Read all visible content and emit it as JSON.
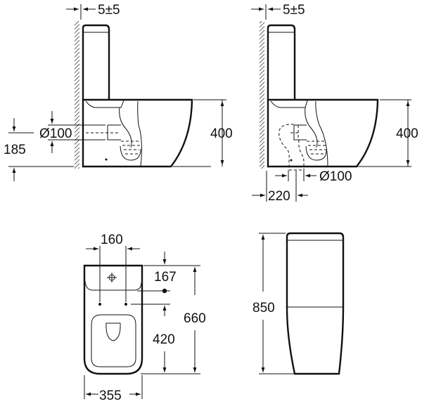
{
  "drawing": {
    "subject": "Close-coupled toilet technical dimension drawing",
    "views": [
      {
        "id": "side-view-horizontal-outlet",
        "labels": {
          "wall_gap": "5±5",
          "outlet_diameter": "Ø100",
          "outlet_height": "185",
          "seat_height": "400"
        }
      },
      {
        "id": "side-view-floor-outlet",
        "labels": {
          "wall_gap": "5±5",
          "seat_height": "400",
          "outlet_diameter": "Ø100",
          "outlet_distance": "220"
        }
      },
      {
        "id": "top-view",
        "labels": {
          "fixing_spacing": "160",
          "tank_to_fixing": "167",
          "fixing_to_front": "420",
          "total_depth": "660",
          "width": "355"
        }
      },
      {
        "id": "front-view",
        "labels": {
          "total_height": "850"
        }
      }
    ]
  }
}
